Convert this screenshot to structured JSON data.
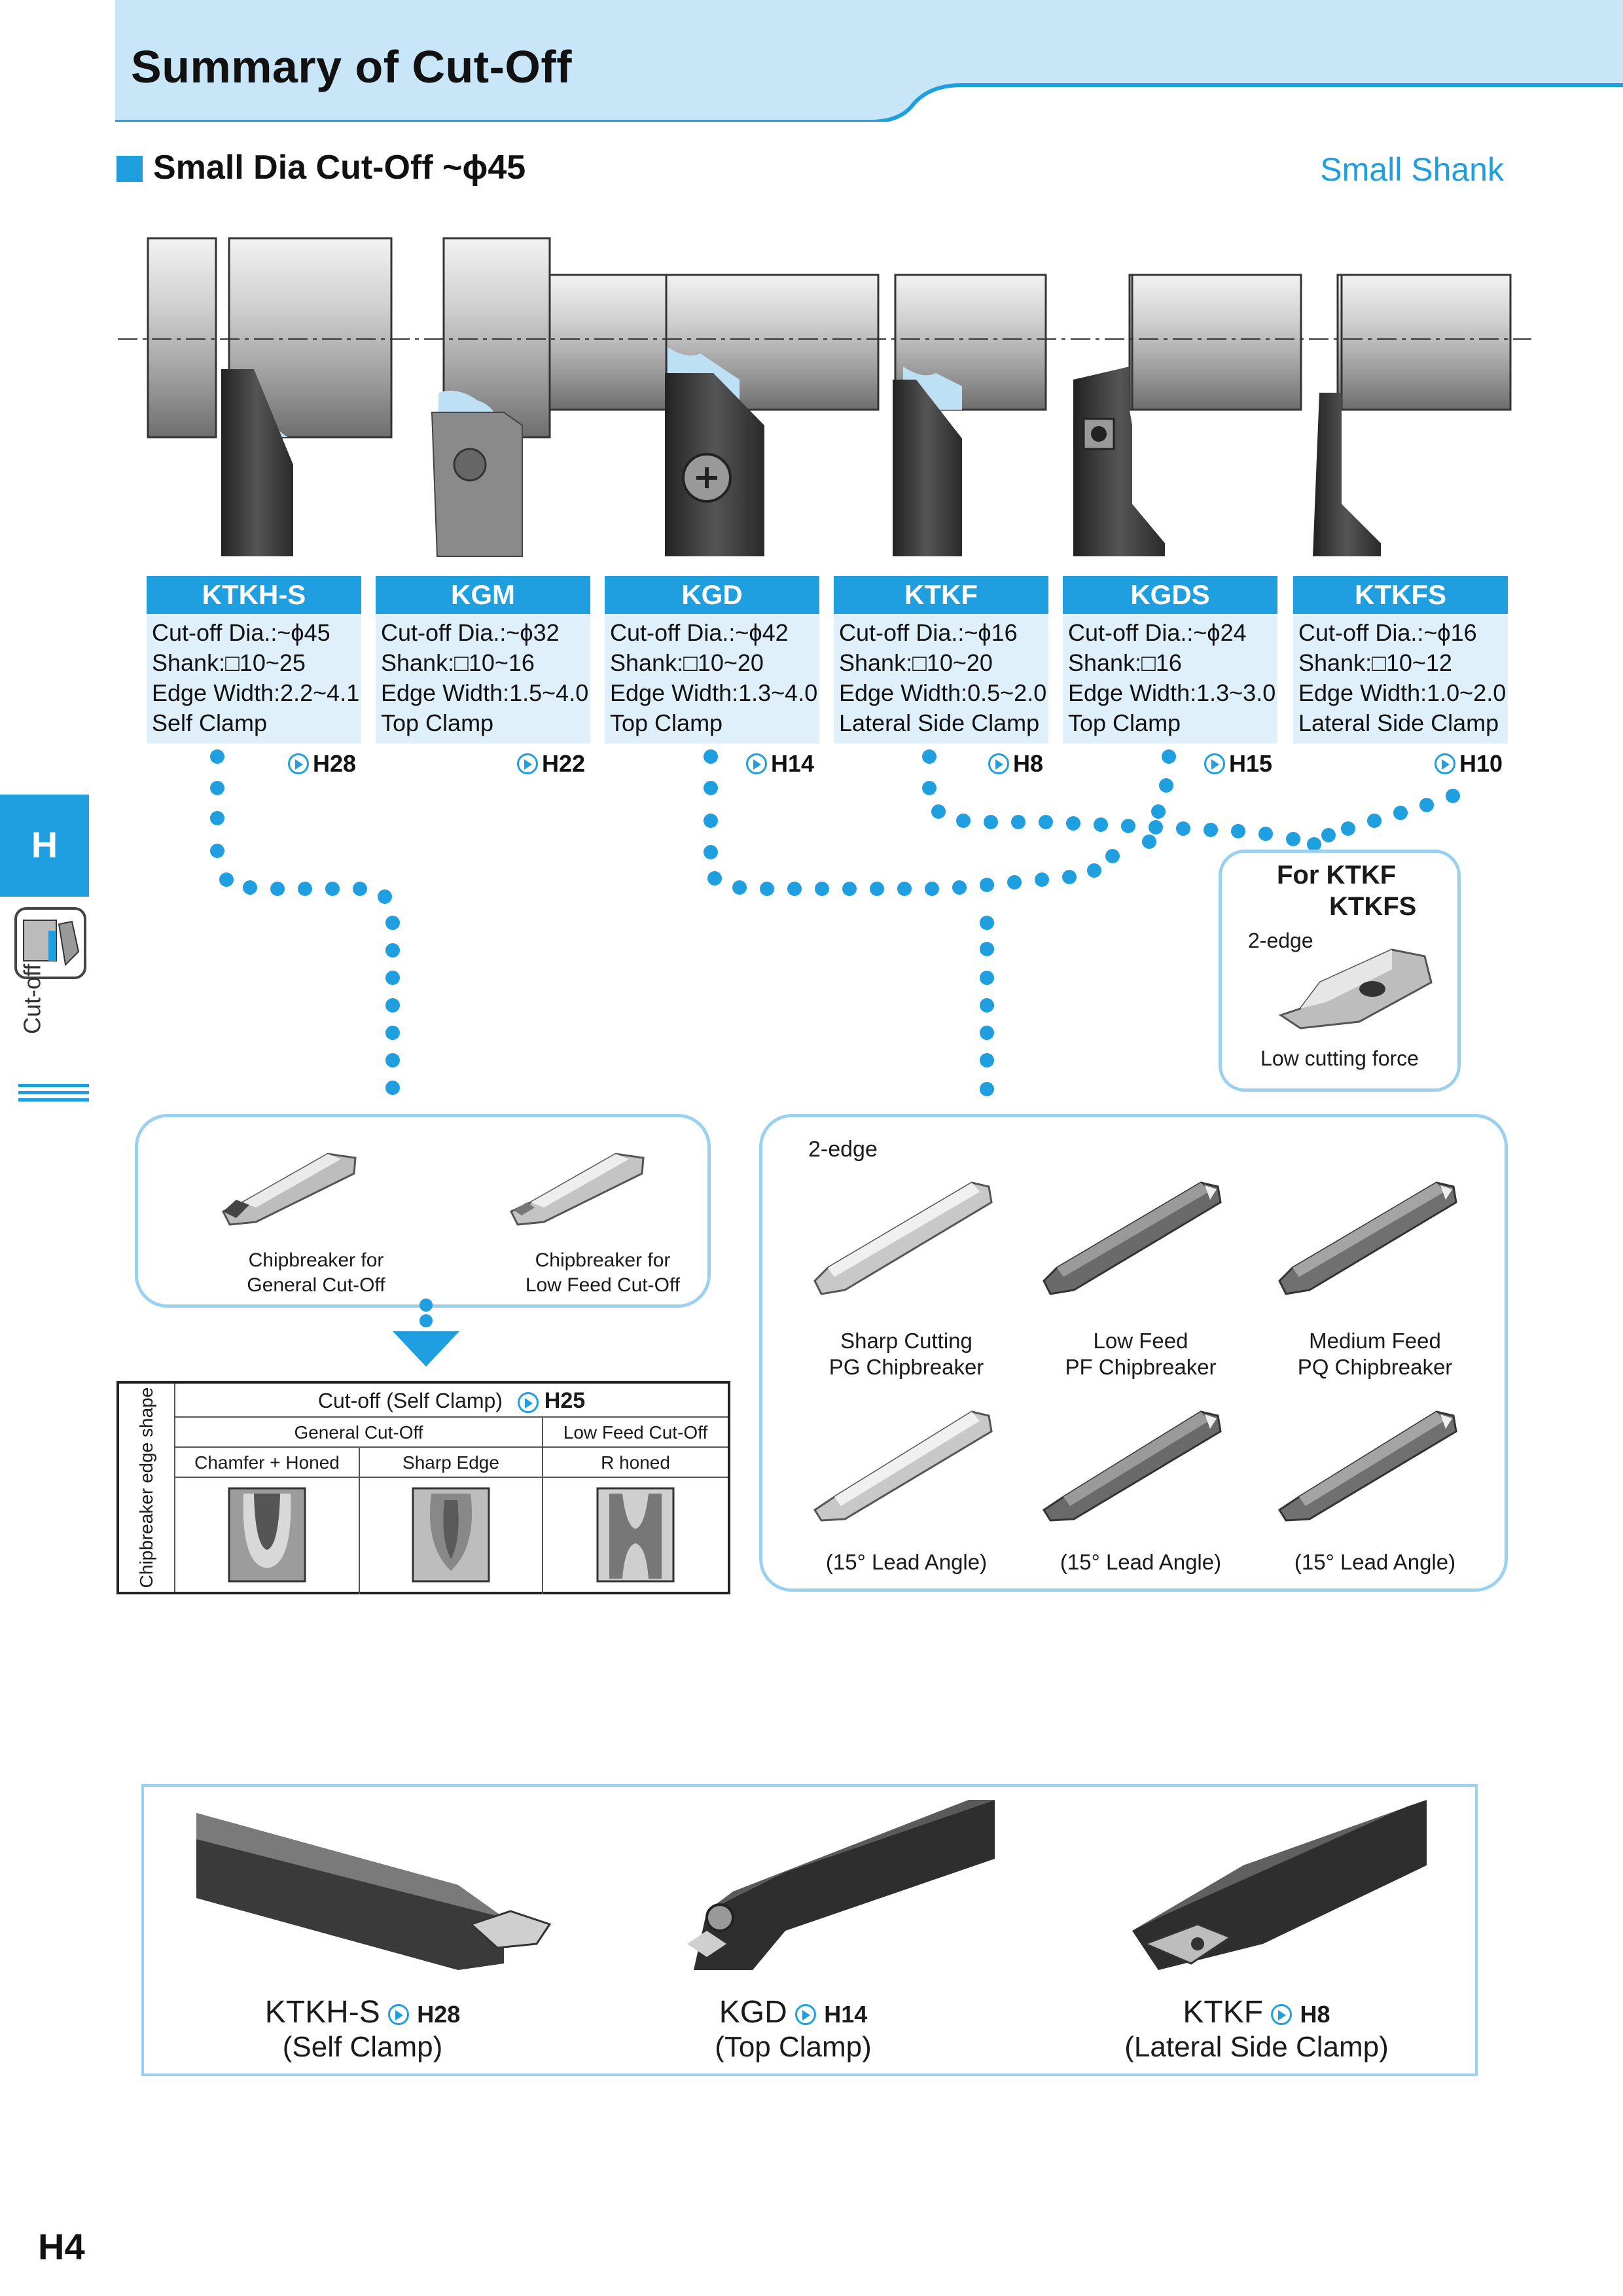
{
  "header": {
    "title": "Summary of Cut-Off"
  },
  "section": {
    "title": "Small Dia Cut-Off  ~ϕ45",
    "right_label": "Small Shank"
  },
  "side_tab": {
    "letter": "H",
    "label": "Cut-off"
  },
  "products": [
    {
      "name": "KTKH-S",
      "lines": [
        "Cut-off Dia.:~ϕ45",
        "Shank:□10~25",
        "Edge Width:2.2~4.1",
        "Self Clamp"
      ],
      "ref": "H28"
    },
    {
      "name": "KGM",
      "lines": [
        "Cut-off Dia.:~ϕ32",
        "Shank:□10~16",
        "Edge Width:1.5~4.0",
        "Top Clamp"
      ],
      "ref": "H22"
    },
    {
      "name": "KGD",
      "lines": [
        "Cut-off Dia.:~ϕ42",
        "Shank:□10~20",
        "Edge Width:1.3~4.0",
        "Top Clamp"
      ],
      "ref": "H14"
    },
    {
      "name": "KTKF",
      "lines": [
        "Cut-off Dia.:~ϕ16",
        "Shank:□10~20",
        "Edge Width:0.5~2.0",
        "Lateral Side Clamp"
      ],
      "ref": "H8"
    },
    {
      "name": "KGDS",
      "lines": [
        "Cut-off Dia.:~ϕ24",
        "Shank:□16",
        "Edge Width:1.3~3.0",
        "Top Clamp"
      ],
      "ref": "H15"
    },
    {
      "name": "KTKFS",
      "lines": [
        "Cut-off Dia.:~ϕ16",
        "Shank:□10~12",
        "Edge Width:1.0~2.0",
        "Lateral Side Clamp"
      ],
      "ref": "H10"
    }
  ],
  "callout_ktkf": {
    "line1": "For KTKF",
    "line2": "KTKFS",
    "edge": "2-edge",
    "note": "Low cutting force"
  },
  "box_left": {
    "items": [
      {
        "line1": "Chipbreaker for",
        "line2": "General Cut-Off"
      },
      {
        "line1": "Chipbreaker for",
        "line2": "Low Feed Cut-Off"
      }
    ]
  },
  "cb_table": {
    "vertical_label": "Chipbreaker edge shape",
    "header": "Cut-off (Self Clamp)",
    "header_ref": "H25",
    "general": "General Cut-Off",
    "low_feed": "Low Feed Cut-Off",
    "col1": "Chamfer + Honed",
    "col2": "Sharp Edge",
    "col3": "R honed"
  },
  "box_right": {
    "edge": "2-edge",
    "items": [
      {
        "line1": "Sharp Cutting",
        "line2": "PG Chipbreaker"
      },
      {
        "line1": "Low Feed",
        "line2": "PF Chipbreaker"
      },
      {
        "line1": "Medium Feed",
        "line2": "PQ Chipbreaker"
      }
    ],
    "lead": [
      "(15° Lead Angle)",
      "(15° Lead Angle)",
      "(15° Lead Angle)"
    ]
  },
  "holders": [
    {
      "name": "KTKH-S",
      "ref": "H28",
      "clamp": "(Self Clamp)"
    },
    {
      "name": "KGD",
      "ref": "H14",
      "clamp": "(Top Clamp)"
    },
    {
      "name": "KTKF",
      "ref": "H8",
      "clamp": "(Lateral Side Clamp)"
    }
  ],
  "page_number": "H4",
  "colors": {
    "accent": "#1f9ee0",
    "light_accent": "#dff0fb",
    "header_band": "#c8e6f8"
  }
}
